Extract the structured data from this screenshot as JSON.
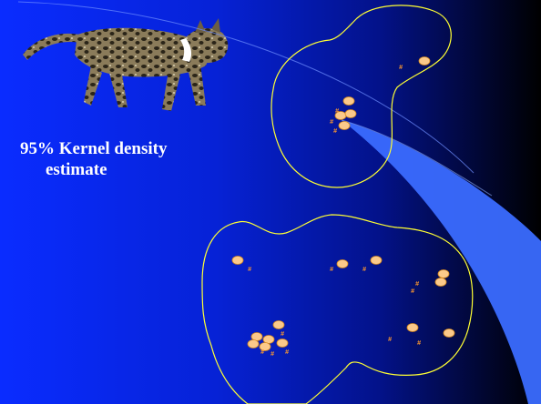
{
  "slide": {
    "title_line1": "95% Kernel density",
    "title_line2": "estimate"
  },
  "colors": {
    "background_left": "#0a2cff",
    "background_right": "#000000",
    "contour": "#ffff33",
    "point_fill": "#fbc98a",
    "point_stroke": "#d98a1a",
    "hash_mark": "#ff9a2e",
    "beam": "#3a6cff"
  },
  "icons": {
    "animal": "ocelot-photo"
  }
}
